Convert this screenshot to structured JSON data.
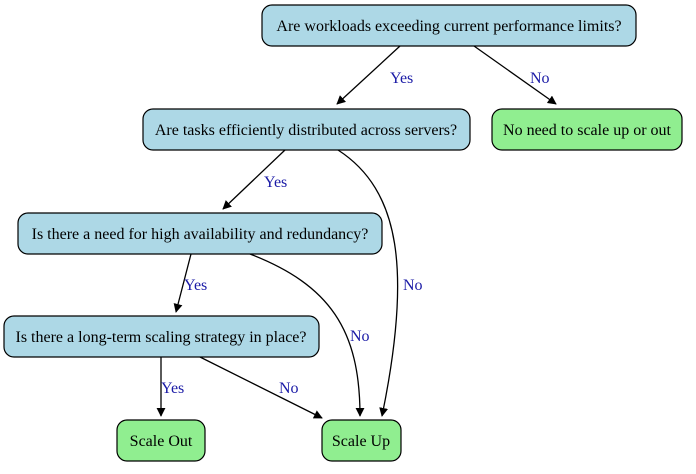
{
  "colors": {
    "decision_fill": "#add8e6",
    "outcome_fill": "#90ee90",
    "edge_label": "#1a1aa6",
    "stroke": "#000000"
  },
  "nodes": {
    "q1": {
      "label": "Are workloads exceeding current performance limits?",
      "kind": "decision"
    },
    "q2": {
      "label": "Are tasks efficiently distributed across servers?",
      "kind": "decision"
    },
    "q3": {
      "label": "Is there a need for high availability and redundancy?",
      "kind": "decision"
    },
    "q4": {
      "label": "Is there a long-term scaling strategy in place?",
      "kind": "decision"
    },
    "no_scale": {
      "label": "No need to scale up or out",
      "kind": "outcome"
    },
    "scale_out": {
      "label": "Scale Out",
      "kind": "outcome"
    },
    "scale_up": {
      "label": "Scale Up",
      "kind": "outcome"
    }
  },
  "edges": {
    "q1_q2": {
      "from": "q1",
      "to": "q2",
      "label": "Yes"
    },
    "q1_no_scale": {
      "from": "q1",
      "to": "no_scale",
      "label": "No"
    },
    "q2_q3": {
      "from": "q2",
      "to": "q3",
      "label": "Yes"
    },
    "q2_scale_up": {
      "from": "q2",
      "to": "scale_up",
      "label": "No"
    },
    "q3_q4": {
      "from": "q3",
      "to": "q4",
      "label": "Yes"
    },
    "q3_scale_up": {
      "from": "q3",
      "to": "scale_up",
      "label": "No"
    },
    "q4_scale_out": {
      "from": "q4",
      "to": "scale_out",
      "label": "Yes"
    },
    "q4_scale_up": {
      "from": "q4",
      "to": "scale_up",
      "label": "No"
    }
  }
}
